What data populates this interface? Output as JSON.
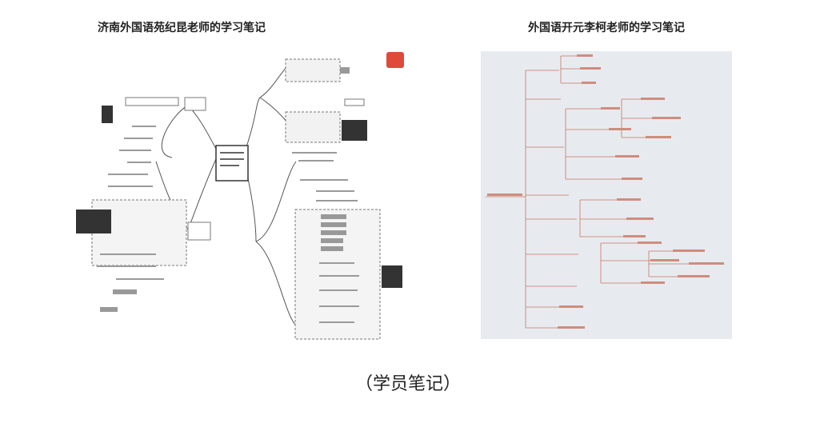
{
  "titles": {
    "left": "济南外国语苑纪昆老师的学习笔记",
    "right": "外国语开元李柯老师的学习笔记"
  },
  "caption": "（学员笔记）",
  "colors": {
    "line_left": "#555555",
    "line_right": "#c9735e",
    "badge": "#e04a3a",
    "right_bg": "#e7ebf0"
  }
}
